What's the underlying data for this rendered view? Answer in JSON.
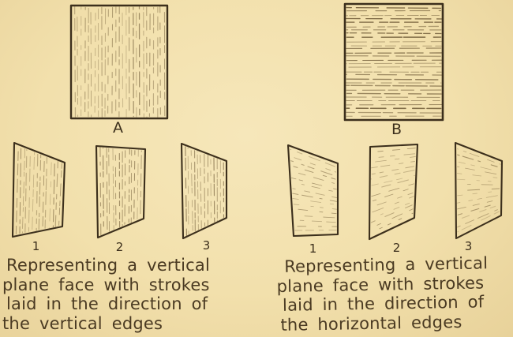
{
  "palette": {
    "paper": "#f2e0ac",
    "ink": "#3c2f1c",
    "hatch": "#66512f",
    "caption_ink": "#4a3a22"
  },
  "left_panel": {
    "main_label": "A",
    "hatch_direction": "vertical",
    "thumbnail_labels": [
      "1",
      "2",
      "3"
    ],
    "caption_lines": [
      "Representing a vertical",
      "plane face with strokes",
      "laid in the direction of",
      "the vertical edges"
    ]
  },
  "right_panel": {
    "main_label": "B",
    "hatch_direction": "horizontal",
    "thumbnail_labels": [
      "1",
      "2",
      "3"
    ],
    "caption_lines": [
      "Representing a vertical",
      "plane face with strokes",
      "laid in the direction of",
      "the horizontal edges"
    ]
  }
}
